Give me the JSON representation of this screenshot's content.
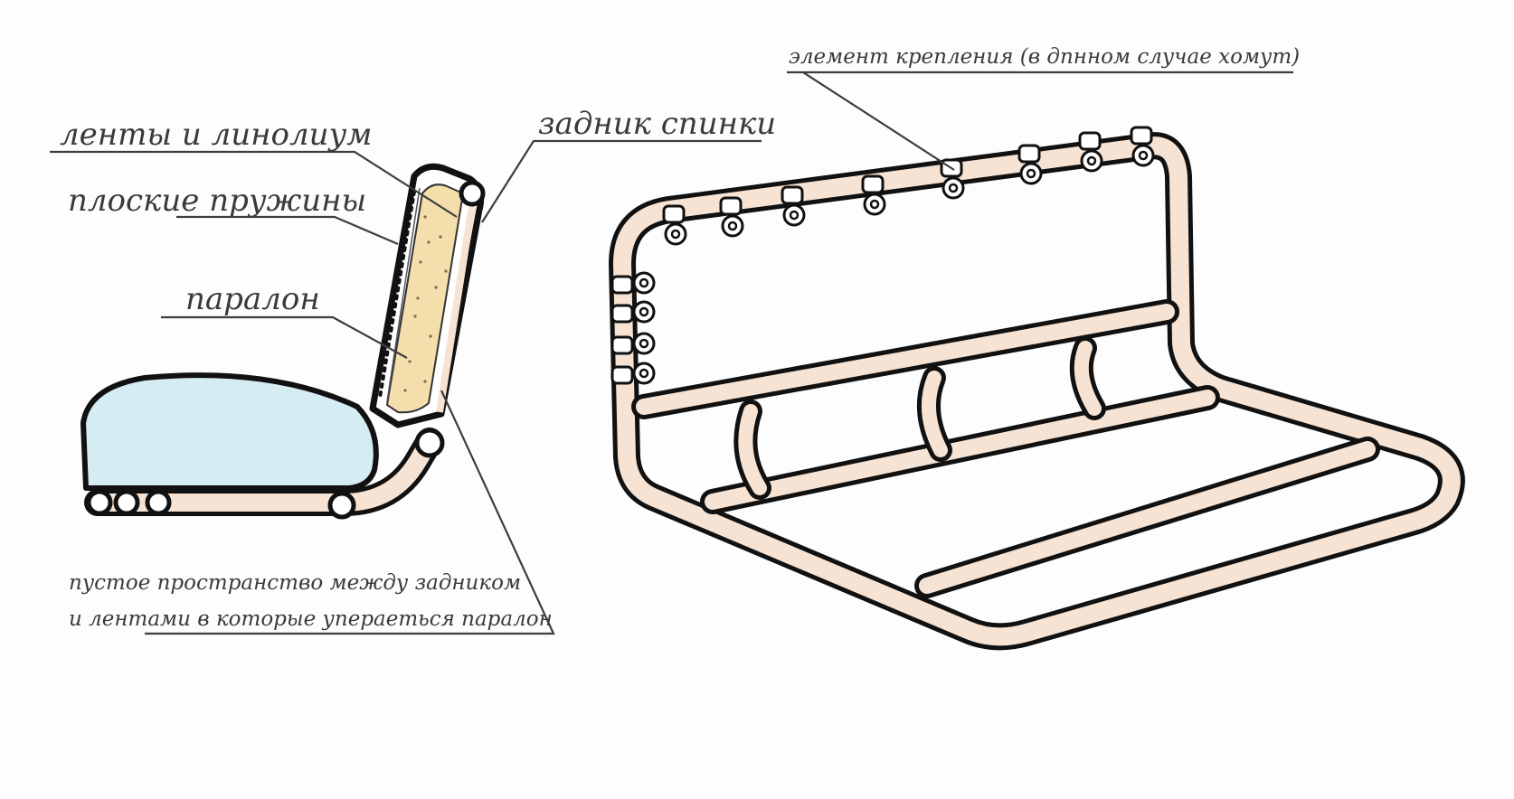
{
  "labels": {
    "ribbons_linoleum": "ленты и линолиум",
    "flat_springs": "плоские пружины",
    "foam": "паралон",
    "back_panel": "задник спинки",
    "fastener": "элемент  крепления (в дпнном случае хомут)",
    "empty_space_line1": "пустое пространство между задником",
    "empty_space_line2": "и лентами в которые упераеться паралон"
  },
  "colors": {
    "tube": "#f7e3d3",
    "seat_cushion": "#d6ecf3",
    "foam_back": "#f4dfac",
    "outline": "#111111",
    "label_text": "#3a3a3a",
    "background": "#fdfdfd"
  }
}
